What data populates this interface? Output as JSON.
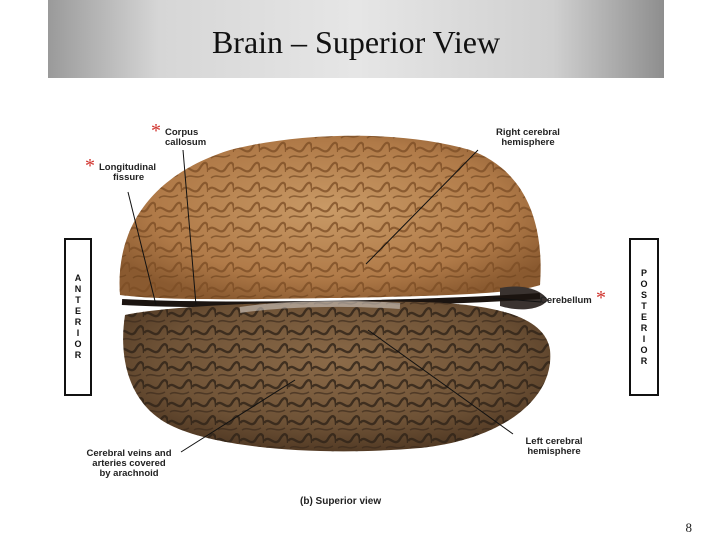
{
  "slide": {
    "title": "Brain – Superior View",
    "page_number": "8"
  },
  "figure": {
    "caption": "(b) Superior view",
    "anterior_letters": [
      "A",
      "N",
      "T",
      "E",
      "R",
      "I",
      "O",
      "R"
    ],
    "posterior_letters": [
      "P",
      "O",
      "S",
      "T",
      "E",
      "R",
      "I",
      "O",
      "R"
    ],
    "labels": {
      "corpus_callosum": [
        "Corpus",
        "callosum"
      ],
      "longitudinal_fissure": [
        "Longitudinal",
        "fissure"
      ],
      "right_hemisphere": [
        "Right cerebral",
        "hemisphere"
      ],
      "cerebellum": "Cerebellum",
      "left_hemisphere": [
        "Left cerebral",
        "hemisphere"
      ],
      "veins": [
        "Cerebral veins and",
        "arteries covered",
        "by arachnoid"
      ]
    },
    "star_symbol": "*",
    "colors": {
      "right_hemisphere": "#b07a48",
      "left_hemisphere": "#6e5236",
      "star": "#d0302a"
    }
  }
}
